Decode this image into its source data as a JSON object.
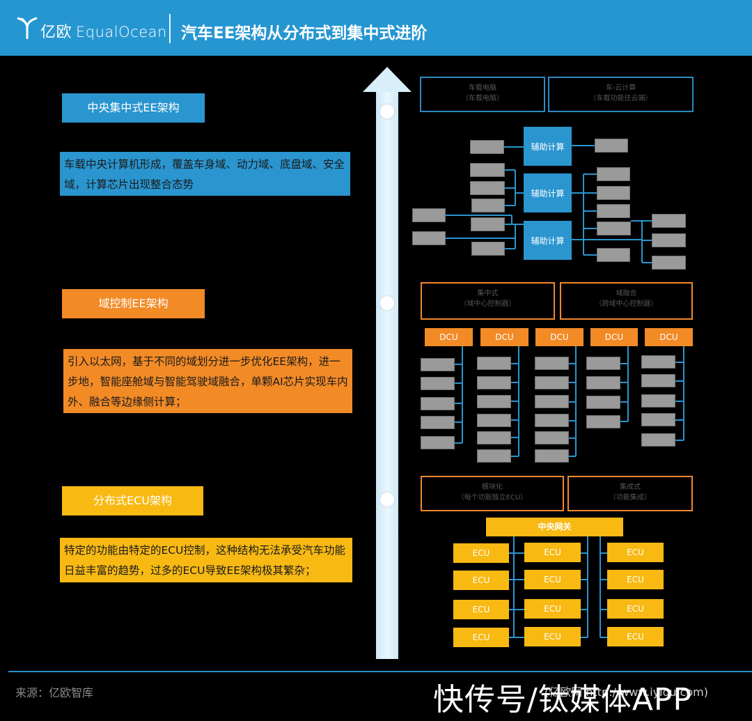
{
  "header": {
    "brand_cn": "亿欧",
    "brand_en": "EqualOcean",
    "title": "汽车EE架构从分布式到集中式进阶"
  },
  "stages": [
    {
      "title": "中央集中式EE架构",
      "description": "车载中央计算机形成，覆盖车身域、动力域、底盘域、安全域，计算芯片出现整合态势",
      "color": "#2a95cf",
      "diagram": {
        "top_boxes": [
          {
            "line1": "车载电脑",
            "line2": "（车载电脑）"
          },
          {
            "line1": "车-云计算",
            "line2": "（车载功能往云端）"
          }
        ],
        "assist_labels": [
          "辅助计算",
          "辅助计算",
          "辅助计算"
        ]
      }
    },
    {
      "title": "域控制EE架构",
      "description": "引入以太网，基于不同的域划分进一步优化EE架构，进一步地，智能座舱域与智能驾驶域融合，单颗AI芯片实现车内外、融合等边缘侧计算；",
      "color": "#f28a26",
      "diagram": {
        "top_boxes": [
          {
            "line1": "集中式",
            "line2": "（域中心控制器）"
          },
          {
            "line1": "域融合",
            "line2": "（跨域中心控制器）"
          }
        ],
        "dcu_labels": [
          "DCU",
          "DCU",
          "DCU",
          "DCU",
          "DCU"
        ]
      }
    },
    {
      "title": "分布式ECU架构",
      "description": "特定的功能由特定的ECU控制，这种结构无法承受汽车功能日益丰富的趋势，过多的ECU导致EE架构极其繁杂；",
      "color": "#f8b913",
      "diagram": {
        "top_boxes": [
          {
            "line1": "模块化",
            "line2": "（每个功能独立ECU）"
          },
          {
            "line1": "集成式",
            "line2": "（功能集成）"
          }
        ],
        "gateway_label": "中央网关",
        "ecu_labels": [
          "ECU",
          "ECU",
          "ECU",
          "ECU",
          "ECU",
          "ECU",
          "ECU",
          "ECU",
          "ECU",
          "ECU",
          "ECU",
          "ECU"
        ]
      }
    }
  ],
  "footer": {
    "source": "来源：亿欧智库",
    "faint_url": "(亿欧网 http://www.iyiou.com)",
    "watermark": "快传号/钛媒体APP"
  }
}
